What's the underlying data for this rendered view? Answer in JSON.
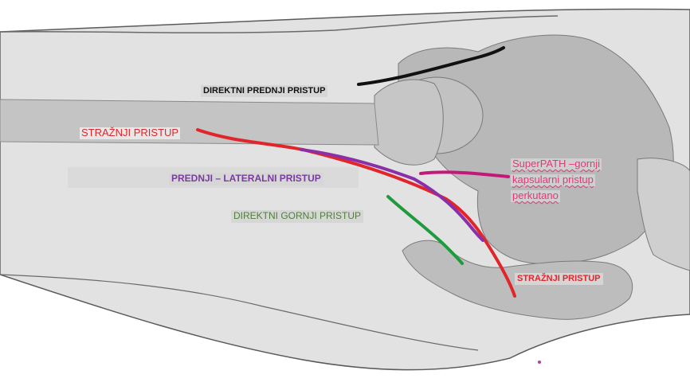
{
  "labels": {
    "direct_anterior": "DIREKTNI PREDNJI PRISTUP",
    "posterior_top": "STRAŽNJI PRISTUP",
    "anterolateral": "PREDNJI – LATERALNI PRISTUP",
    "direct_superior": "DIREKTNI GORNJI PRISTUP",
    "superpath_line1": "SuperPATH –gornji",
    "superpath_line2": "kapsularni pristup",
    "superpath_line3": "perkutano",
    "posterior_bottom": "STRAŽNJI PRISTUP"
  },
  "colors": {
    "direct_anterior": "#111111",
    "posterior": "#e0262a",
    "anterolateral": "#8a2fa8",
    "direct_superior": "#1f9a3c",
    "superpath": "#c4177a",
    "superpath_text": "#e8357a",
    "anterolateral_text": "#7a3aa0",
    "direct_superior_text": "#4f7f38",
    "body": "#d9d9d9",
    "bone": "#b5b5b5",
    "outline": "#5a5a5a"
  }
}
